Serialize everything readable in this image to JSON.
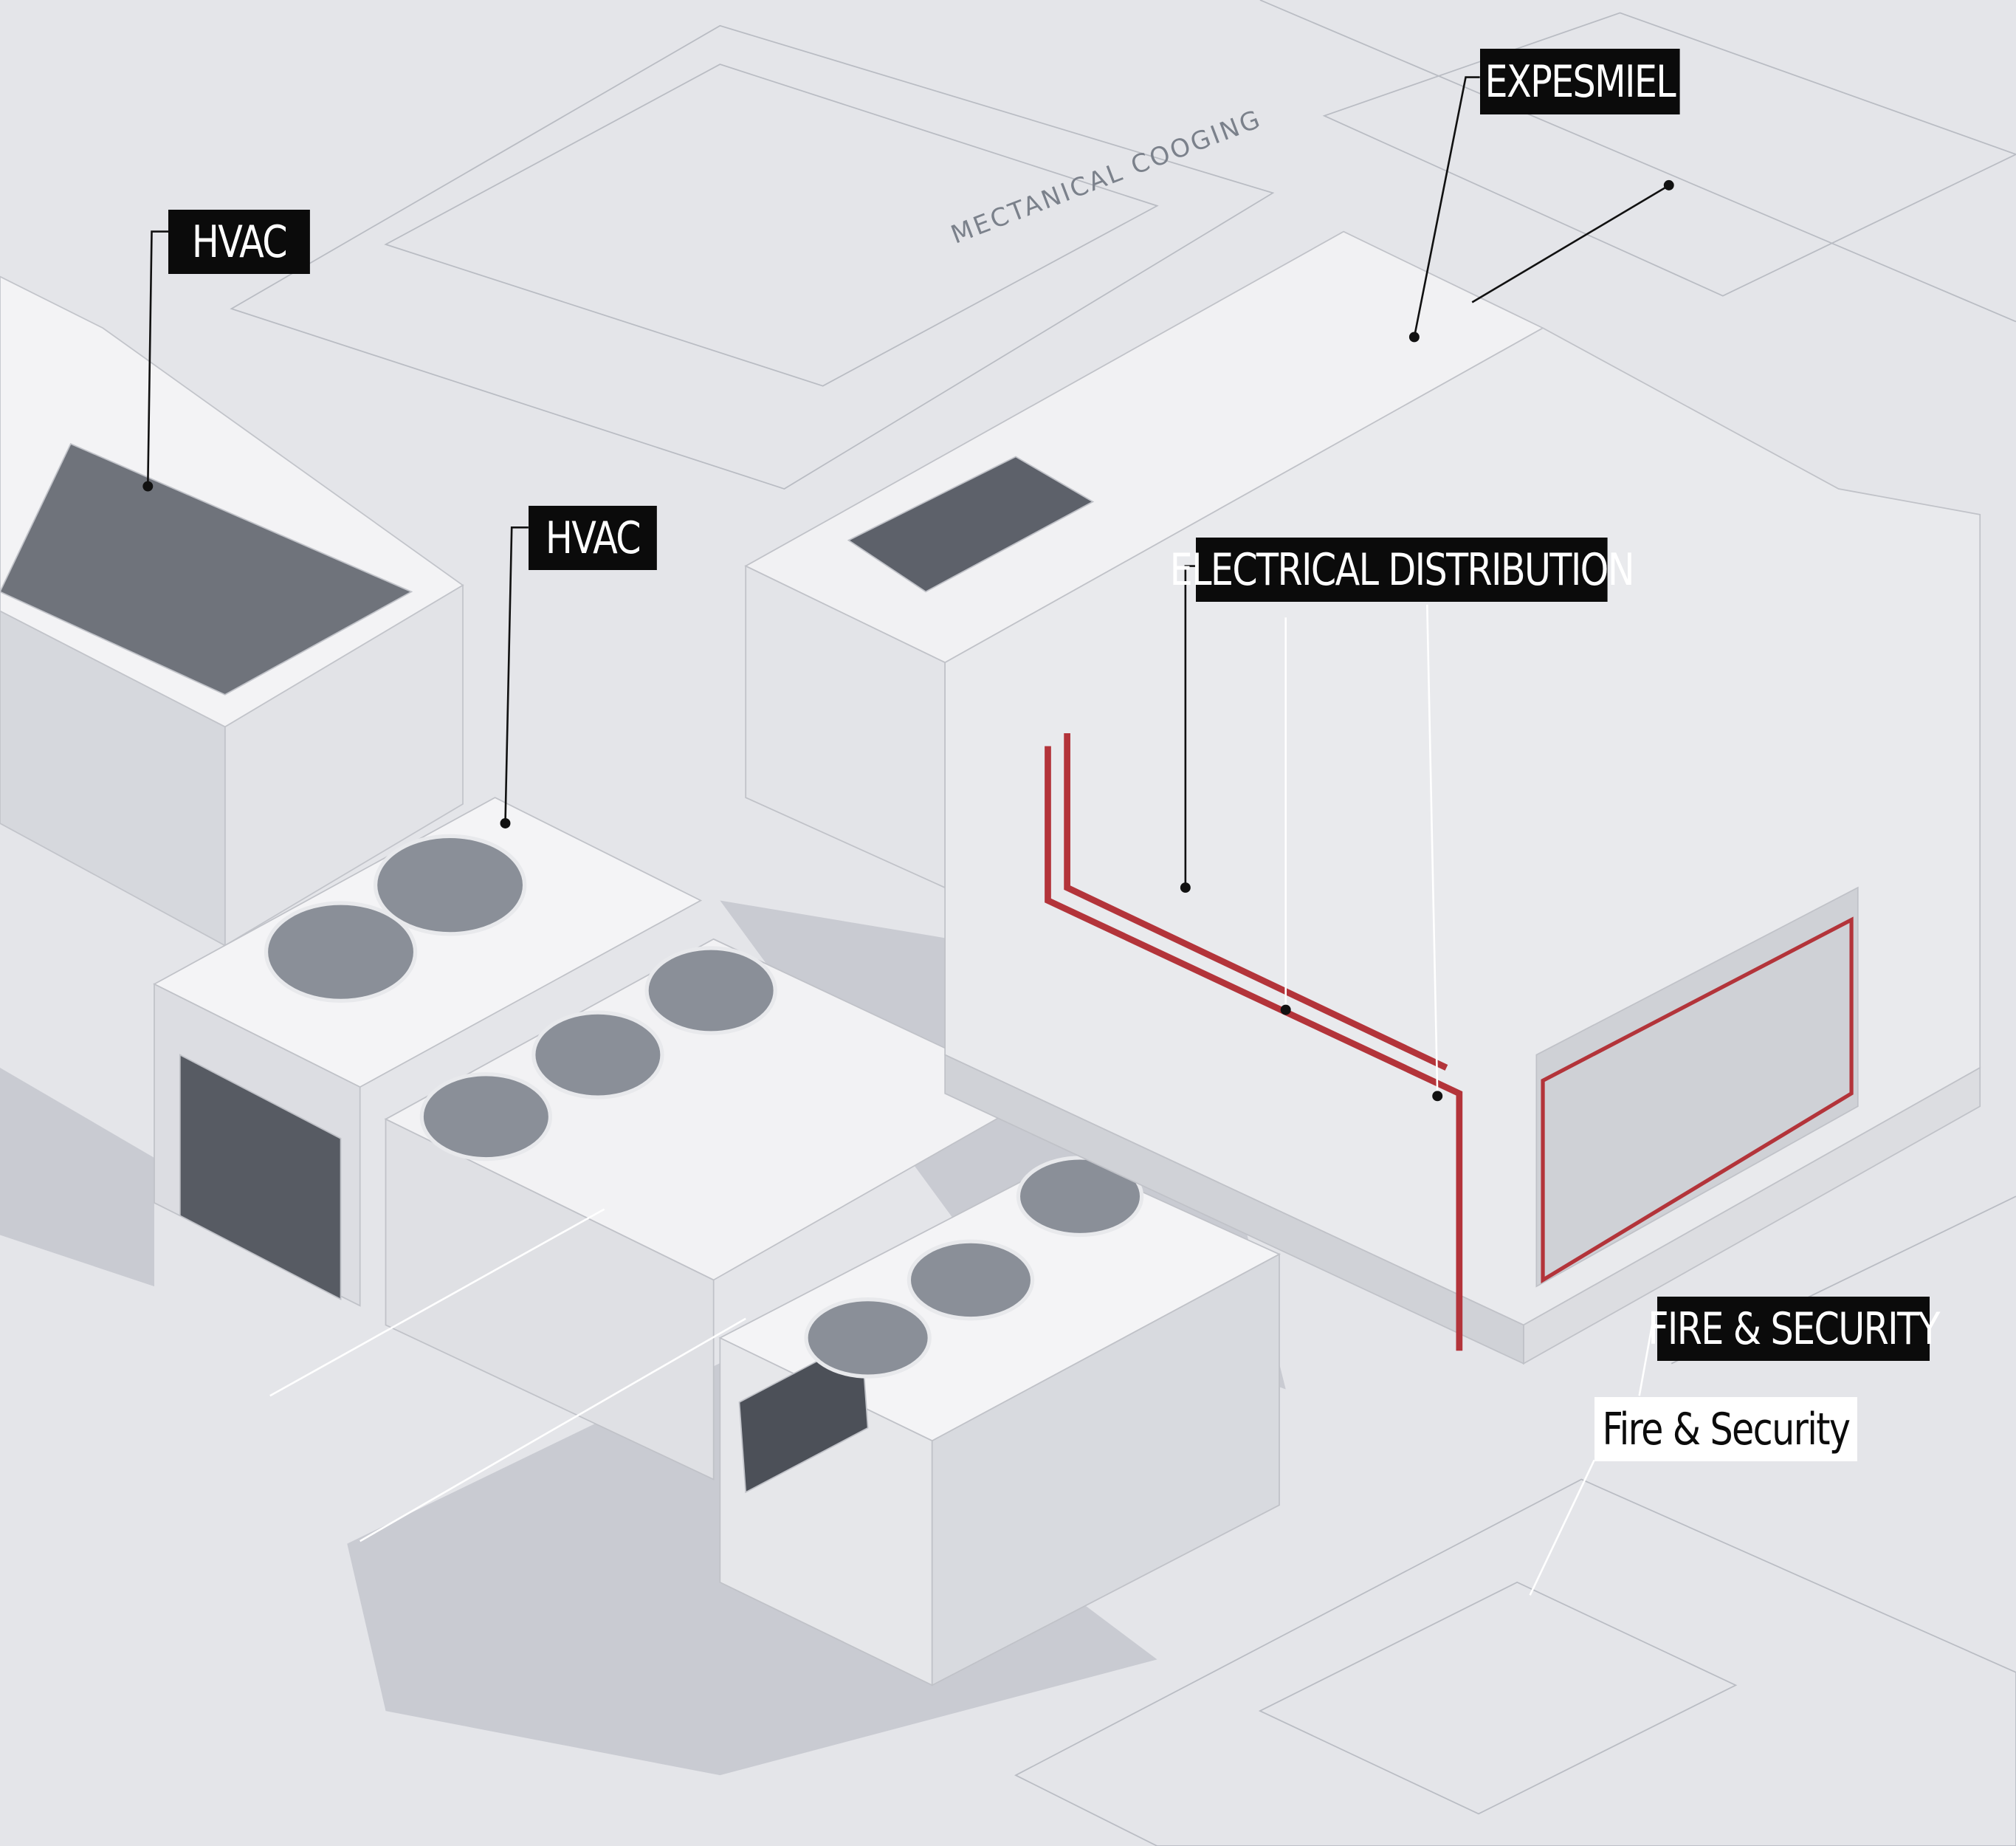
{
  "labels": {
    "hvac_top": "HVAC",
    "hvac_middle": "HVAC",
    "expesmiel": "EXPESMIEL",
    "electrical": "ELECTRICAL DISTRIBUTION",
    "fire_security_caps": "FIRE & SECURITY",
    "fire_security": "Fire & Security"
  },
  "blueprint_text": "MECTANICAL COOGING",
  "colors": {
    "background": "#e4e5e9",
    "pipe": "#b3343a",
    "label_dark": "#0b0b0b"
  }
}
